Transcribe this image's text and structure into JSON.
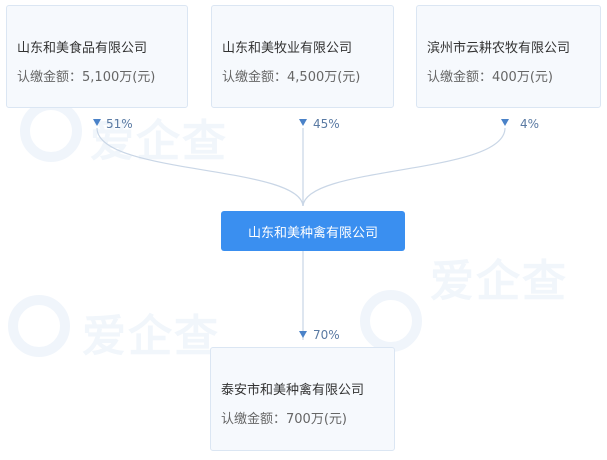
{
  "shareholders": [
    {
      "name": "山东和美食品有限公司",
      "capital_label": "认缴金额：",
      "capital_value": "5,100万(元)",
      "percent": "51%"
    },
    {
      "name": "山东和美牧业有限公司",
      "capital_label": "认缴金额：",
      "capital_value": "4,500万(元)",
      "percent": "45%"
    },
    {
      "name": "滨州市云耕农牧有限公司",
      "capital_label": "认缴金额：",
      "capital_value": "400万(元)",
      "percent": "4%"
    }
  ],
  "center_company": {
    "name": "山东和美种禽有限公司"
  },
  "subsidiary": {
    "name": "泰安市和美种禽有限公司",
    "capital_label": "认缴金额：",
    "capital_value": "700万(元)",
    "percent": "70%"
  },
  "watermark": {
    "text": "爱企查"
  },
  "colors": {
    "center_fill": "#3a8ff0",
    "line": "#c9d6e6",
    "arrow": "#4a82c8",
    "card_fill": "#f6f9fd",
    "card_border": "#dbe6f3"
  }
}
